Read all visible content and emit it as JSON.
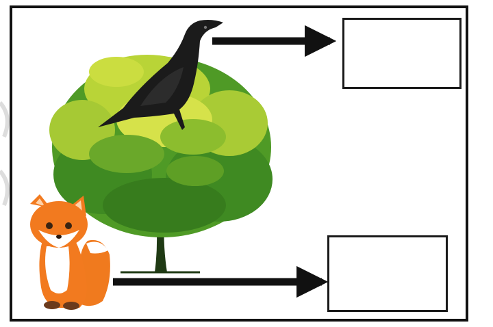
{
  "figure": {
    "elements": [
      "tree",
      "crow",
      "fox"
    ],
    "answer_boxes": [
      {
        "id": "top",
        "value": ""
      },
      {
        "id": "bottom",
        "value": ""
      }
    ],
    "colors": {
      "frame": "#111111",
      "arrow": "#111111",
      "leaf_dark": "#3f8a22",
      "leaf_light": "#c9dd3b",
      "trunk": "#1f3a14",
      "crow": "#1b1b1b",
      "fox": "#f27a1f"
    }
  }
}
